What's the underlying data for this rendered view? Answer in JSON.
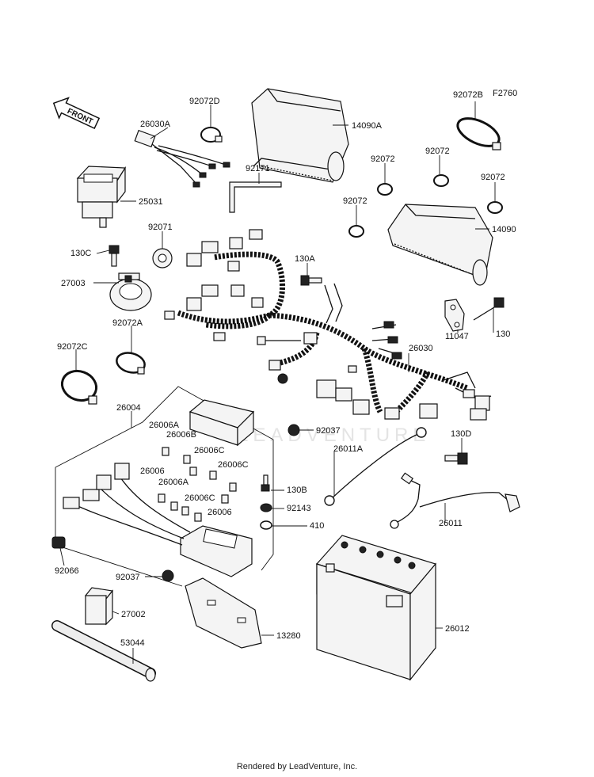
{
  "figure_code": "F2760",
  "front_label": "FRONT",
  "watermark": "LEADVENTURE",
  "footer": "Rendered by LeadVenture, Inc.",
  "part_labels": {
    "p92072D": "92072D",
    "p26030A": "26030A",
    "p14090A": "14090A",
    "p92072B": "92072B",
    "p92072_a": "92072",
    "p92072_b": "92072",
    "p92072_c": "92072",
    "p92072_d": "92072",
    "p25031": "25031",
    "p92171": "92171",
    "p14090": "14090",
    "p92071": "92071",
    "p130C": "130C",
    "p130A": "130A",
    "p27003": "27003",
    "p92072A": "92072A",
    "p130": "130",
    "p11047": "11047",
    "p92072C": "92072C",
    "p26030": "26030",
    "p26004": "26004",
    "p26006A_a": "26006A",
    "p26006B": "26006B",
    "p92037_a": "92037",
    "p26006C_a": "26006C",
    "p130D": "130D",
    "p26011A": "26011A",
    "p26006C_b": "26006C",
    "p26006_a": "26006",
    "p26006A_b": "26006A",
    "p130B": "130B",
    "p26006C_c": "26006C",
    "p92143": "92143",
    "p26006_b": "26006",
    "p410": "410",
    "p26011": "26011",
    "p92066": "92066",
    "p92037_b": "92037",
    "p27002": "27002",
    "p26012": "26012",
    "p13280": "13280",
    "p53044": "53044"
  }
}
